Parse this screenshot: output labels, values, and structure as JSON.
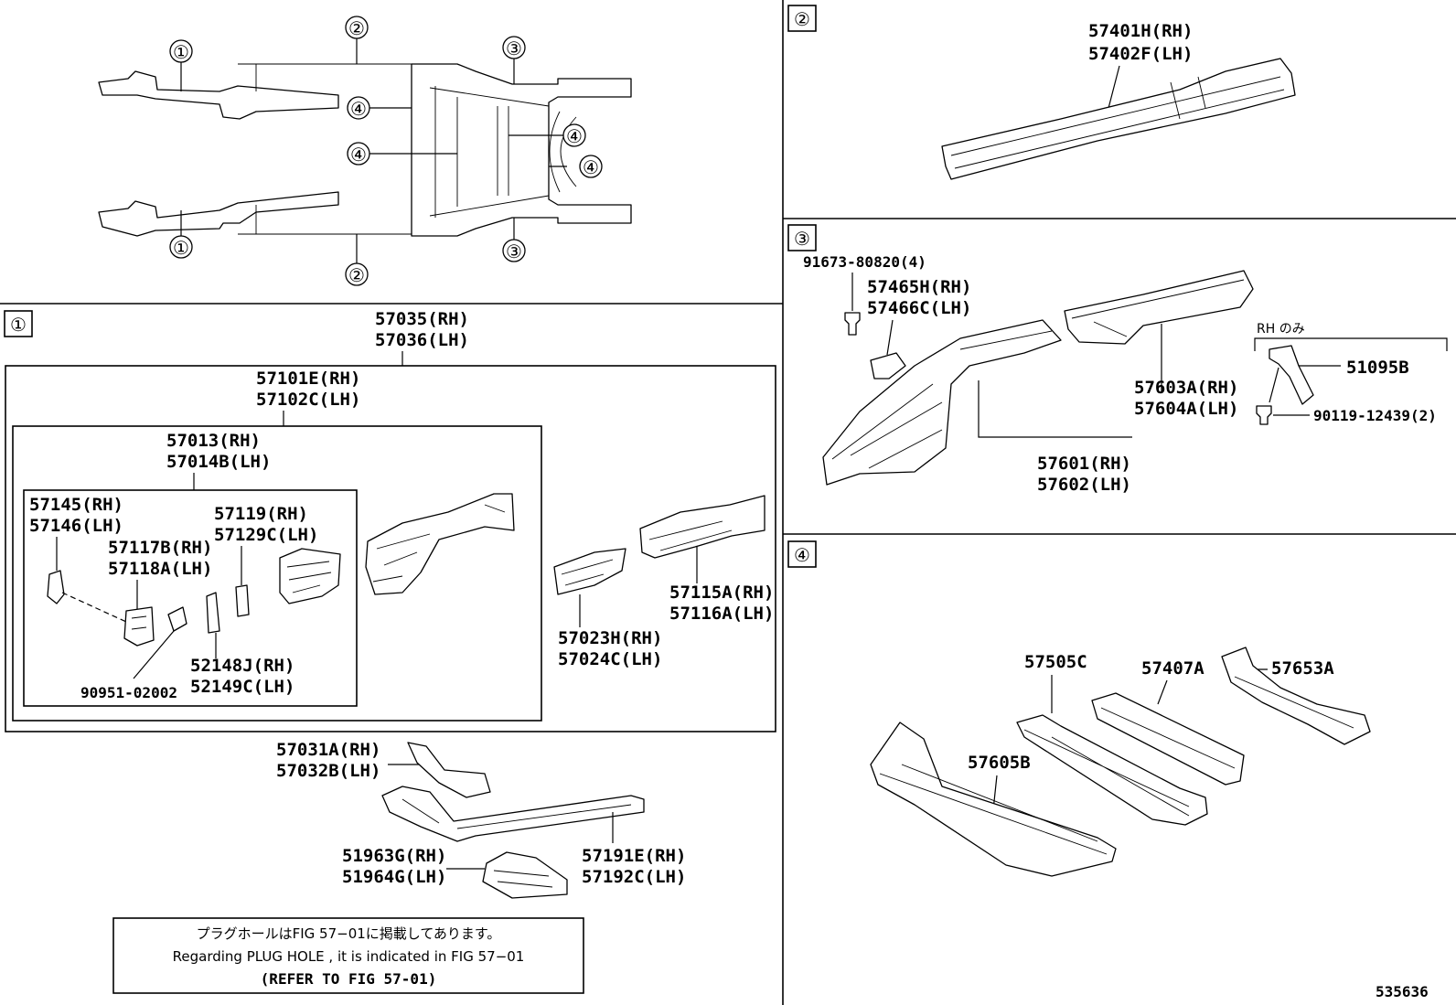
{
  "overview": {
    "circle_labels": [
      "①",
      "②",
      "③",
      "④"
    ]
  },
  "section1": {
    "marker": "①",
    "outer_part": [
      "57035(RH)",
      "57036(LH)"
    ],
    "mid_part": [
      "57101E(RH)",
      "57102C(LH)"
    ],
    "inner_part": [
      "57013(RH)",
      "57014B(LH)"
    ],
    "p57145": [
      "57145(RH)",
      "57146(LH)"
    ],
    "p57117": [
      "57117B(RH)",
      "57118A(LH)"
    ],
    "p57119": [
      "57119(RH)",
      "57129C(LH)"
    ],
    "p52148": [
      "52148J(RH)",
      "52149C(LH)"
    ],
    "p90951": "90951-02002",
    "p57023": [
      "57023H(RH)",
      "57024C(LH)"
    ],
    "p57115": [
      "57115A(RH)",
      "57116A(LH)"
    ],
    "p57031": [
      "57031A(RH)",
      "57032B(LH)"
    ],
    "p51963": [
      "51963G(RH)",
      "51964G(LH)"
    ],
    "p57191": [
      "57191E(RH)",
      "57192C(LH)"
    ],
    "note": {
      "jp": "プラグホールはFIG 57−01に掲載してあります。",
      "en": "Regarding  PLUG HOLE , it is indicated in FIG 57−01",
      "ref": "(REFER TO FIG 57-01)"
    }
  },
  "section2": {
    "marker": "②",
    "part": [
      "57401H(RH)",
      "57402F(LH)"
    ]
  },
  "section3": {
    "marker": "③",
    "p91673": "91673-80820(4)",
    "p57465": [
      "57465H(RH)",
      "57466C(LH)"
    ],
    "rh_only": "RH のみ",
    "p51095": "51095B",
    "p90119": "90119-12439(2)",
    "p57603": [
      "57603A(RH)",
      "57604A(LH)"
    ],
    "p57601": [
      "57601(RH)",
      "57602(LH)"
    ]
  },
  "section4": {
    "marker": "④",
    "p57505": "57505C",
    "p57407": "57407A",
    "p57653": "57653A",
    "p57605": "57605B"
  },
  "figure_id": "535636"
}
